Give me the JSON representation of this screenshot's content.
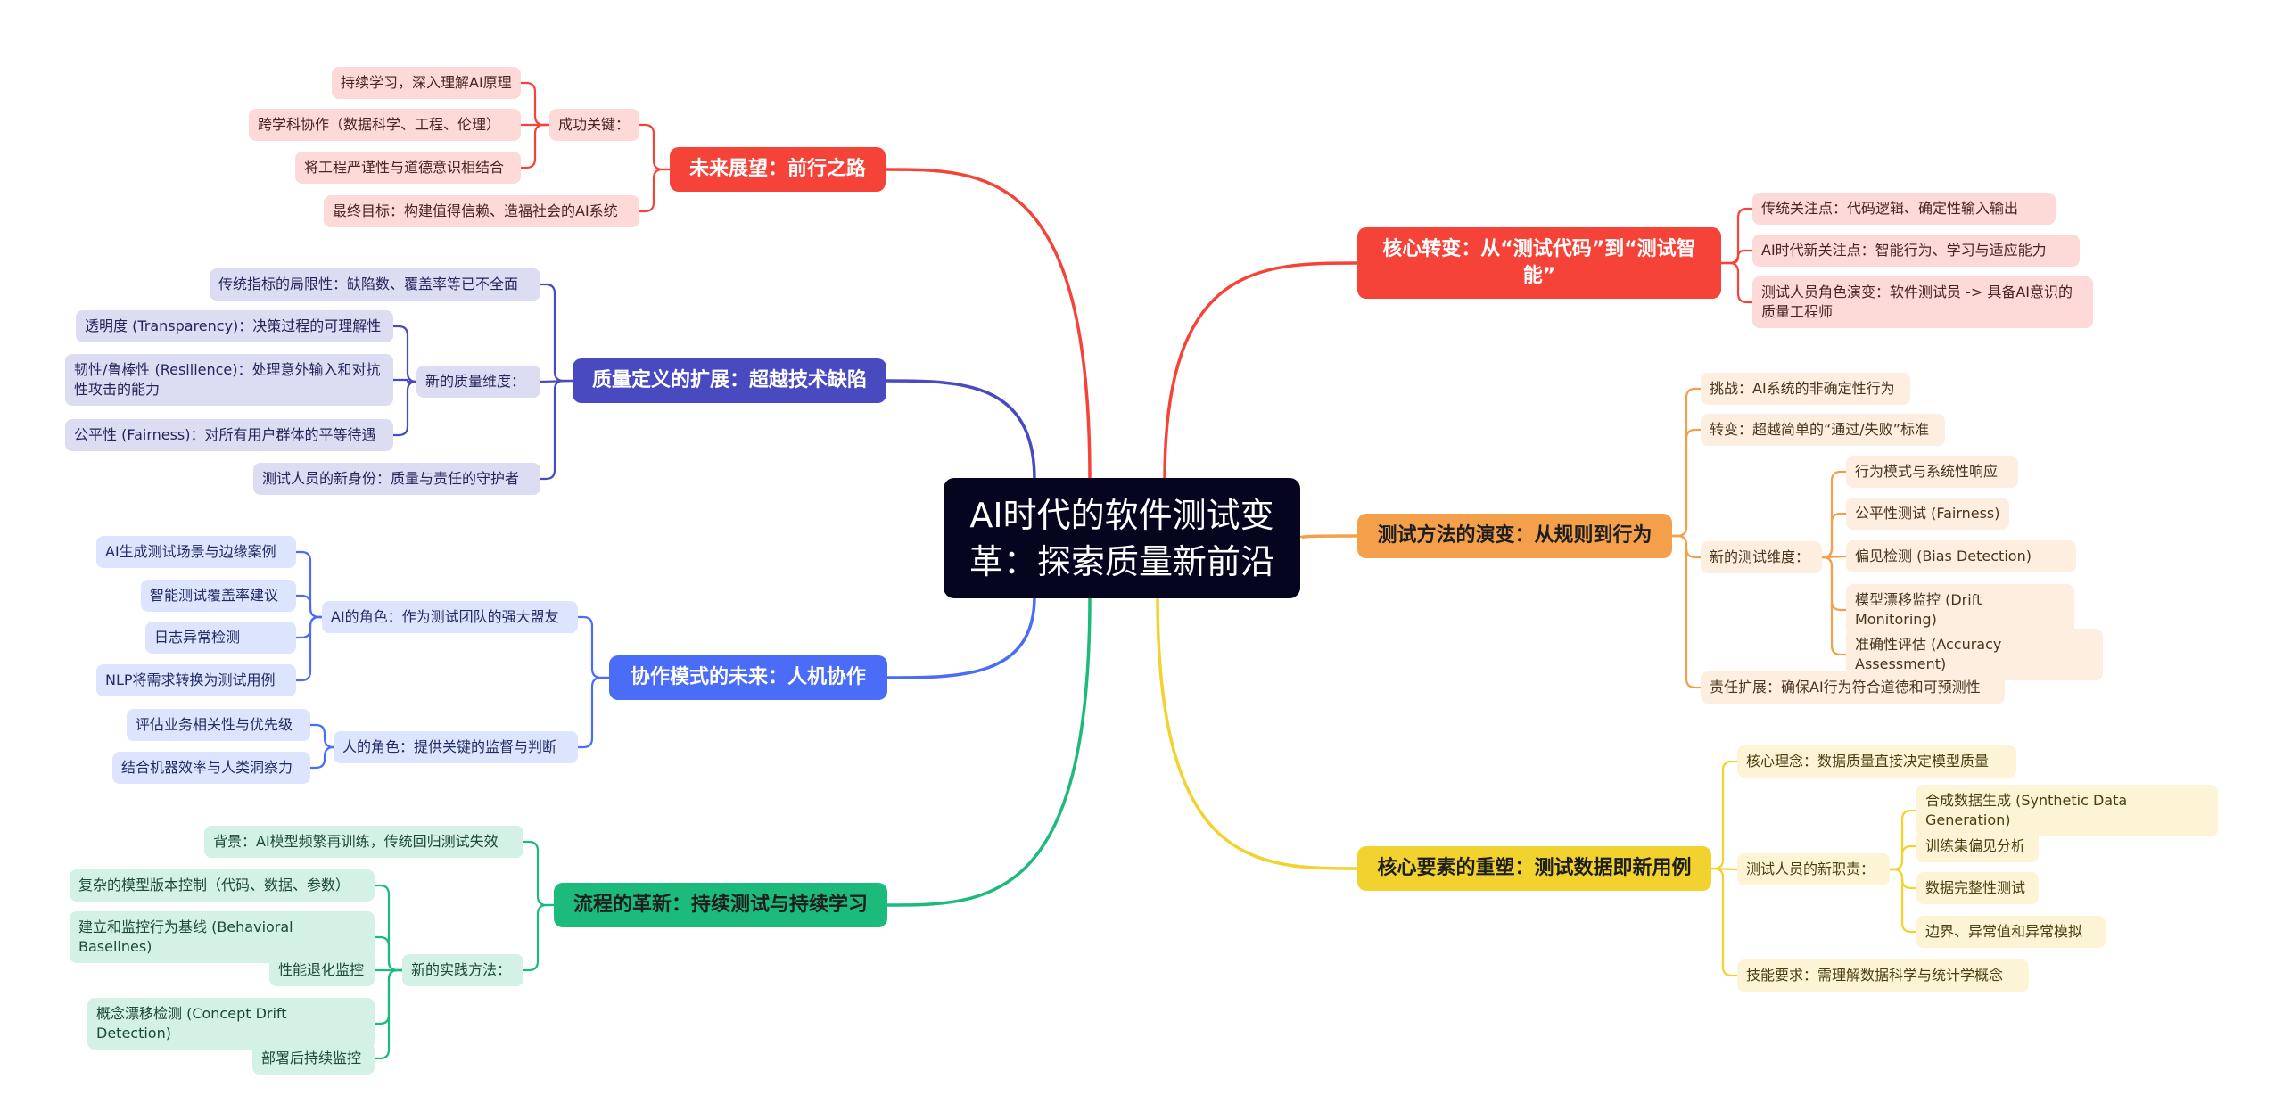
{
  "center": {
    "title": "AI时代的软件测试变革：探索质量新前沿"
  },
  "colors": {
    "red": "#f5433a",
    "orange": "#f4a04a",
    "yellow": "#f2d22e",
    "indigo": "#4a4ac0",
    "blue": "#4a6cf7",
    "green": "#1cba7b",
    "center": "#05051f"
  },
  "branches": [
    {
      "title": "核心转变：从“测试代码”到“测试智能”",
      "children": [
        {
          "label": "传统关注点：代码逻辑、确定性输入输出"
        },
        {
          "label": "AI时代新关注点：智能行为、学习与适应能力"
        },
        {
          "label": "测试人员角色演变：软件测试员 -> 具备AI意识的质量工程师"
        }
      ]
    },
    {
      "title": "测试方法的演变：从规则到行为",
      "children": [
        {
          "label": "挑战：AI系统的非确定性行为"
        },
        {
          "label": "转变：超越简单的“通过/失败”标准"
        },
        {
          "label": "新的测试维度：",
          "children": [
            {
              "label": "行为模式与系统性响应"
            },
            {
              "label": "公平性测试 (Fairness)"
            },
            {
              "label": "偏见检测 (Bias Detection)"
            },
            {
              "label": "模型漂移监控 (Drift Monitoring)"
            },
            {
              "label": "准确性评估 (Accuracy Assessment)"
            }
          ]
        },
        {
          "label": "责任扩展：确保AI行为符合道德和可预测性"
        }
      ]
    },
    {
      "title": "核心要素的重塑：测试数据即新用例",
      "children": [
        {
          "label": "核心理念：数据质量直接决定模型质量"
        },
        {
          "label": "测试人员的新职责：",
          "children": [
            {
              "label": "合成数据生成 (Synthetic Data Generation)"
            },
            {
              "label": "训练集偏见分析"
            },
            {
              "label": "数据完整性测试"
            },
            {
              "label": "边界、异常值和异常模拟"
            }
          ]
        },
        {
          "label": "技能要求：需理解数据科学与统计学概念"
        }
      ]
    },
    {
      "title": "未来展望：前行之路",
      "children": [
        {
          "label": "成功关键：",
          "children": [
            {
              "label": "持续学习，深入理解AI原理"
            },
            {
              "label": "跨学科协作（数据科学、工程、伦理）"
            },
            {
              "label": "将工程严谨性与道德意识相结合"
            }
          ]
        },
        {
          "label": "最终目标：构建值得信赖、造福社会的AI系统"
        }
      ]
    },
    {
      "title": "质量定义的扩展：超越技术缺陷",
      "children": [
        {
          "label": "传统指标的局限性：缺陷数、覆盖率等已不全面"
        },
        {
          "label": "新的质量维度：",
          "children": [
            {
              "label": "透明度 (Transparency)：决策过程的可理解性"
            },
            {
              "label": "韧性/鲁棒性 (Resilience)：处理意外输入和对抗性攻击的能力"
            },
            {
              "label": "公平性 (Fairness)：对所有用户群体的平等待遇"
            }
          ]
        },
        {
          "label": "测试人员的新身份：质量与责任的守护者"
        }
      ]
    },
    {
      "title": "协作模式的未来：人机协作",
      "children": [
        {
          "label": "AI的角色：作为测试团队的强大盟友",
          "children": [
            {
              "label": "AI生成测试场景与边缘案例"
            },
            {
              "label": "智能测试覆盖率建议"
            },
            {
              "label": "日志异常检测"
            },
            {
              "label": "NLP将需求转换为测试用例"
            }
          ]
        },
        {
          "label": "人的角色：提供关键的监督与判断",
          "children": [
            {
              "label": "评估业务相关性与优先级"
            },
            {
              "label": "结合机器效率与人类洞察力"
            }
          ]
        }
      ]
    },
    {
      "title": "流程的革新：持续测试与持续学习",
      "children": [
        {
          "label": "背景：AI模型频繁再训练，传统回归测试失效"
        },
        {
          "label": "新的实践方法：",
          "children": [
            {
              "label": "复杂的模型版本控制（代码、数据、参数）"
            },
            {
              "label": "建立和监控行为基线 (Behavioral Baselines)"
            },
            {
              "label": "性能退化监控"
            },
            {
              "label": "概念漂移检测 (Concept Drift Detection)"
            },
            {
              "label": "部署后持续监控"
            }
          ]
        }
      ]
    }
  ]
}
